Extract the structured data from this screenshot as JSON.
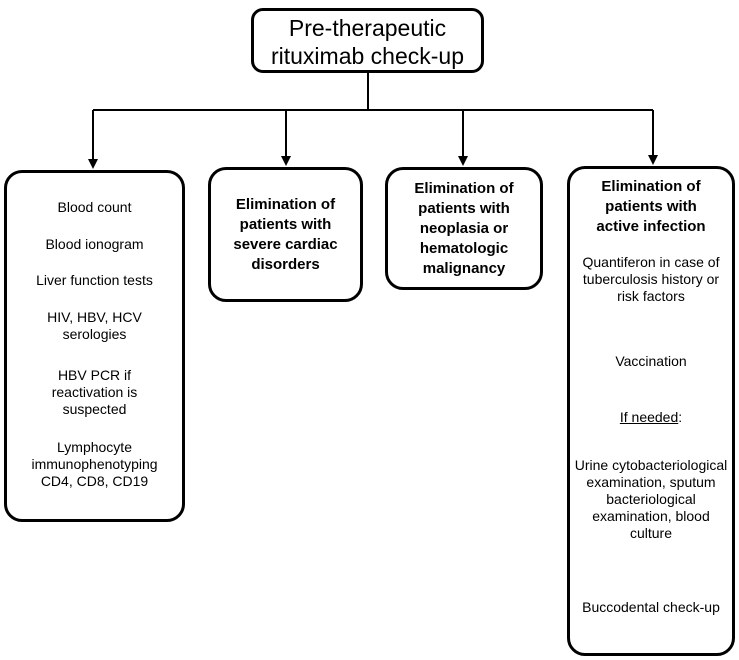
{
  "title": {
    "line1": "Pre-therapeutic",
    "line2": "rituximab check-up"
  },
  "columns": {
    "blood_tests": {
      "items": [
        "Blood count",
        "Blood ionogram",
        "Liver function tests",
        "HIV, HBV, HCV serologies",
        "HBV PCR if reactivation is suspected",
        "Lymphocyte immunophenotyping CD4, CD8, CD19"
      ]
    },
    "cardiac": {
      "text": "Elimination of patients with severe cardiac disorders"
    },
    "neoplasia": {
      "text": "Elimination of patients with neoplasia or hematologic malignancy"
    },
    "infection": {
      "heading": "Elimination of patients with active infection",
      "items": [
        "Quantiferon in case of tuberculosis history or risk factors",
        "Vaccination"
      ],
      "if_needed_label": "If needed",
      "if_needed_colon": ":",
      "if_needed_items": [
        "Urine cytobacteriological examination, sputum bacteriological examination, blood culture",
        "Buccodental check-up"
      ]
    }
  }
}
